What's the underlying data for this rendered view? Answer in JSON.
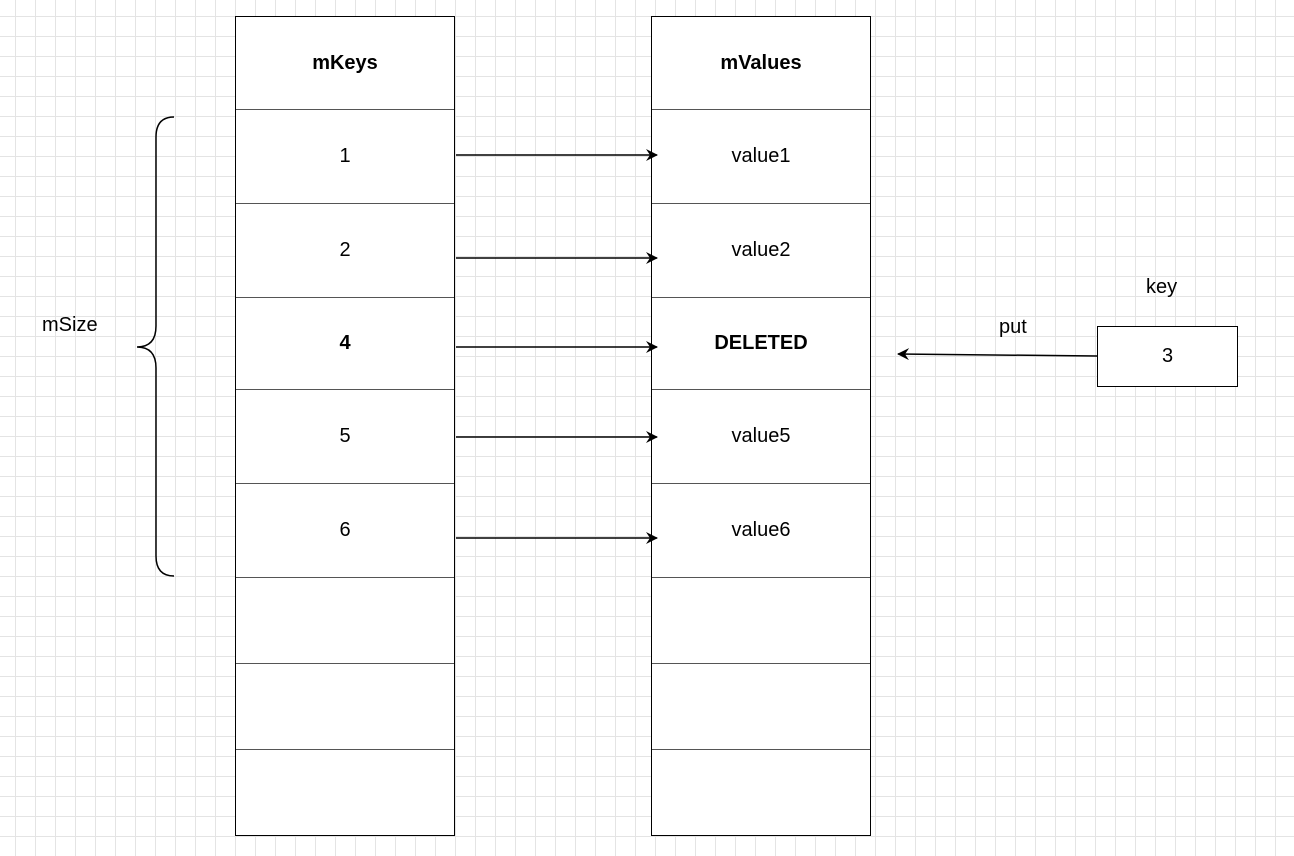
{
  "keys_column": {
    "header": "mKeys",
    "cells": [
      "1",
      "2",
      "4",
      "5",
      "6",
      "",
      "",
      ""
    ]
  },
  "values_column": {
    "header": "mValues",
    "cells": [
      "value1",
      "value2",
      "DELETED",
      "value5",
      "value6",
      "",
      "",
      ""
    ]
  },
  "msize_label": "mSize",
  "new_key": {
    "label": "key",
    "value": "3",
    "operation": "put"
  }
}
